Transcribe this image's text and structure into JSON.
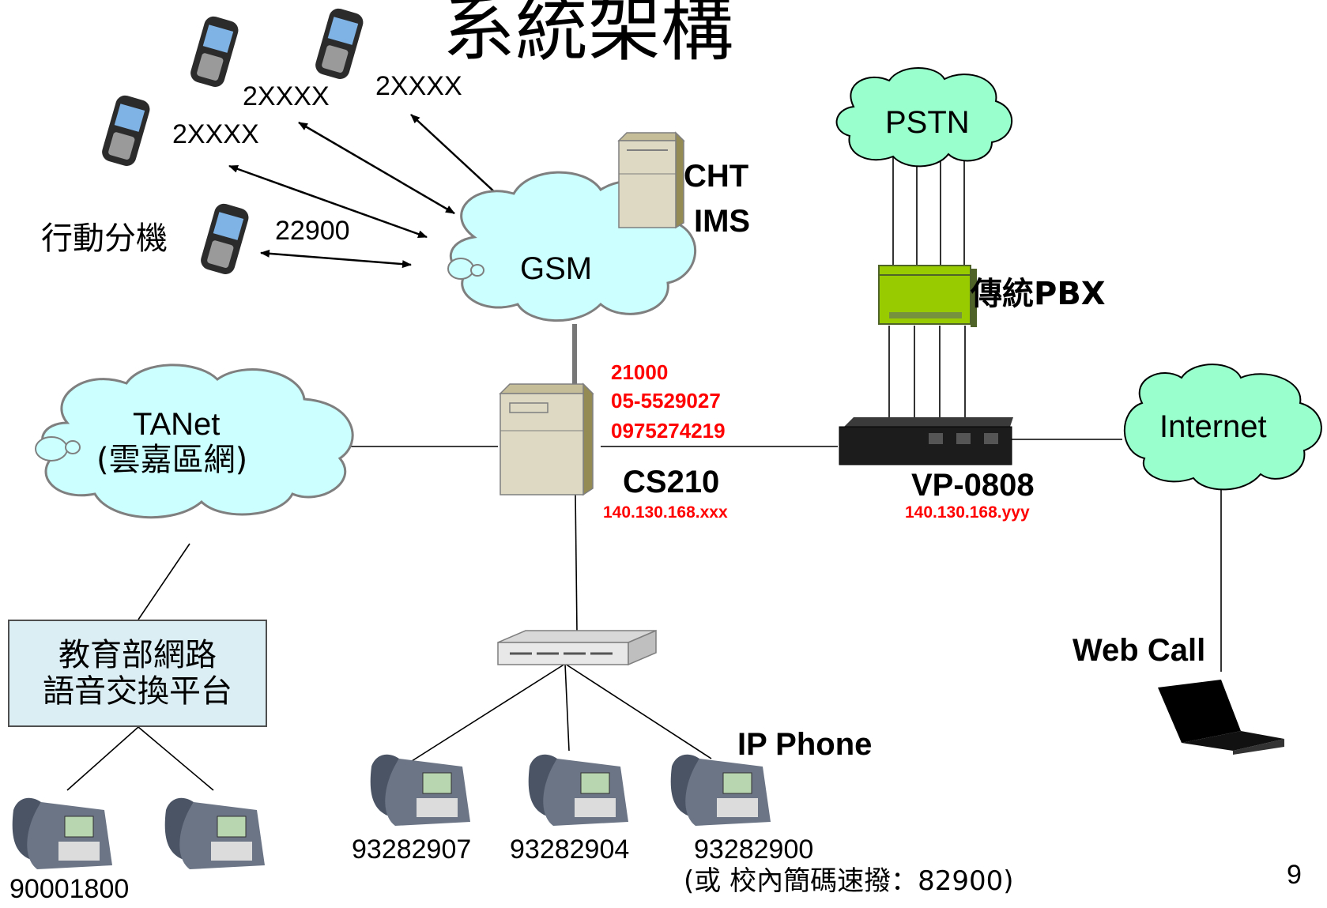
{
  "title": "系統架構",
  "mobile": {
    "label": "行動分機",
    "number_main": "22900",
    "number_a": "2XXXX",
    "number_b": "2XXXX",
    "number_c": "2XXXX"
  },
  "clouds": {
    "gsm": "GSM",
    "pstn": "PSTN",
    "tanet": "TANet",
    "tanet_sub": "(雲嘉區網)",
    "internet": "Internet"
  },
  "cht_ims": {
    "line1": "CHT",
    "line2": "IMS"
  },
  "pbx": {
    "label": "傳統PBX"
  },
  "cs210": {
    "name": "CS210",
    "numbers": [
      "21000",
      "05-5529027",
      "0975274219"
    ],
    "ip": "140.130.168.xxx"
  },
  "vp0808": {
    "name": "VP-0808",
    "ip": "140.130.168.yyy"
  },
  "moe_box": {
    "line1": "教育部網路",
    "line2": "語音交換平台"
  },
  "moe_phone_number": "90001800",
  "ip_phone": {
    "label": "IP Phone",
    "numbers": [
      "93282907",
      "93282904",
      "93282900"
    ],
    "note": "(或 校內簡碼速撥：82900)"
  },
  "web_call": "Web Call",
  "page_number": "9",
  "colors": {
    "cloud_fill": "#ccffff",
    "pstn_fill": "#99ffcc",
    "pbx_fill": "#99cc00",
    "server_fill": "#ddd9c3",
    "number_red": "#ff0000",
    "box_fill": "#dbeef3"
  }
}
